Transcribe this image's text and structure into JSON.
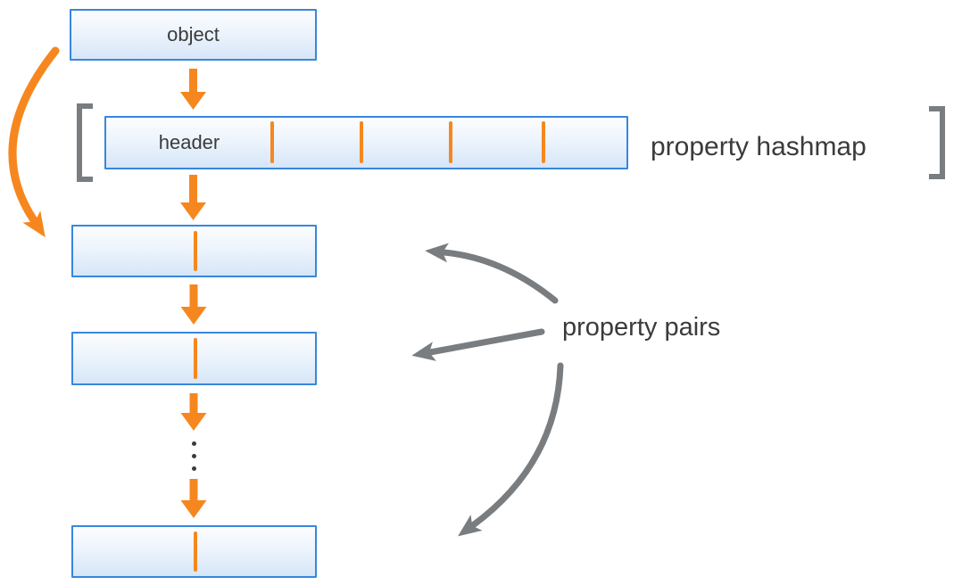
{
  "boxes": {
    "object": {
      "label": "object"
    },
    "header": {
      "label": "header"
    }
  },
  "annotations": {
    "hashmap_label": "property hashmap",
    "pairs_label": "property pairs"
  },
  "colors": {
    "orange": "#F6871F",
    "box_border_blue": "#3787DD",
    "box_fill_top": "#FCFDFF",
    "box_fill_bottom": "#D6E6F8",
    "gray": "#797D80",
    "text": "#3B3B3B"
  }
}
